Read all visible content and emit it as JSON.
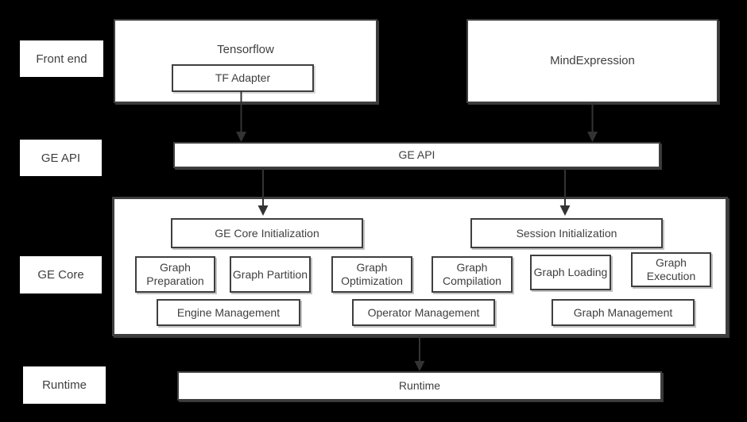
{
  "diagram": {
    "row_labels": [
      {
        "label": "Front end"
      },
      {
        "label": "GE API"
      },
      {
        "label": "GE Core"
      },
      {
        "label": "Runtime"
      }
    ],
    "front_end": {
      "tensorflow_title": "Tensorflow",
      "tf_adapter": "TF Adapter",
      "mind_expression": "MindExpression"
    },
    "ge_api": {
      "label": "GE API"
    },
    "ge_core": {
      "ge_core_initialization": "GE Core Initialization",
      "session_initialization": "Session Initialization",
      "stages": [
        "Graph Preparation",
        "Graph Partition",
        "Graph Optimization",
        "Graph Compilation",
        "Graph Loading",
        "Graph Execution"
      ],
      "managers": [
        "Engine Management",
        "Operator Management",
        "Graph Management"
      ]
    },
    "runtime": {
      "label": "Runtime"
    },
    "colors": {
      "background": "#000000",
      "box_background": "#ffffff",
      "box_border": "#3f3f3f",
      "text": "#3f3f3f",
      "arrow": "#333333"
    }
  }
}
